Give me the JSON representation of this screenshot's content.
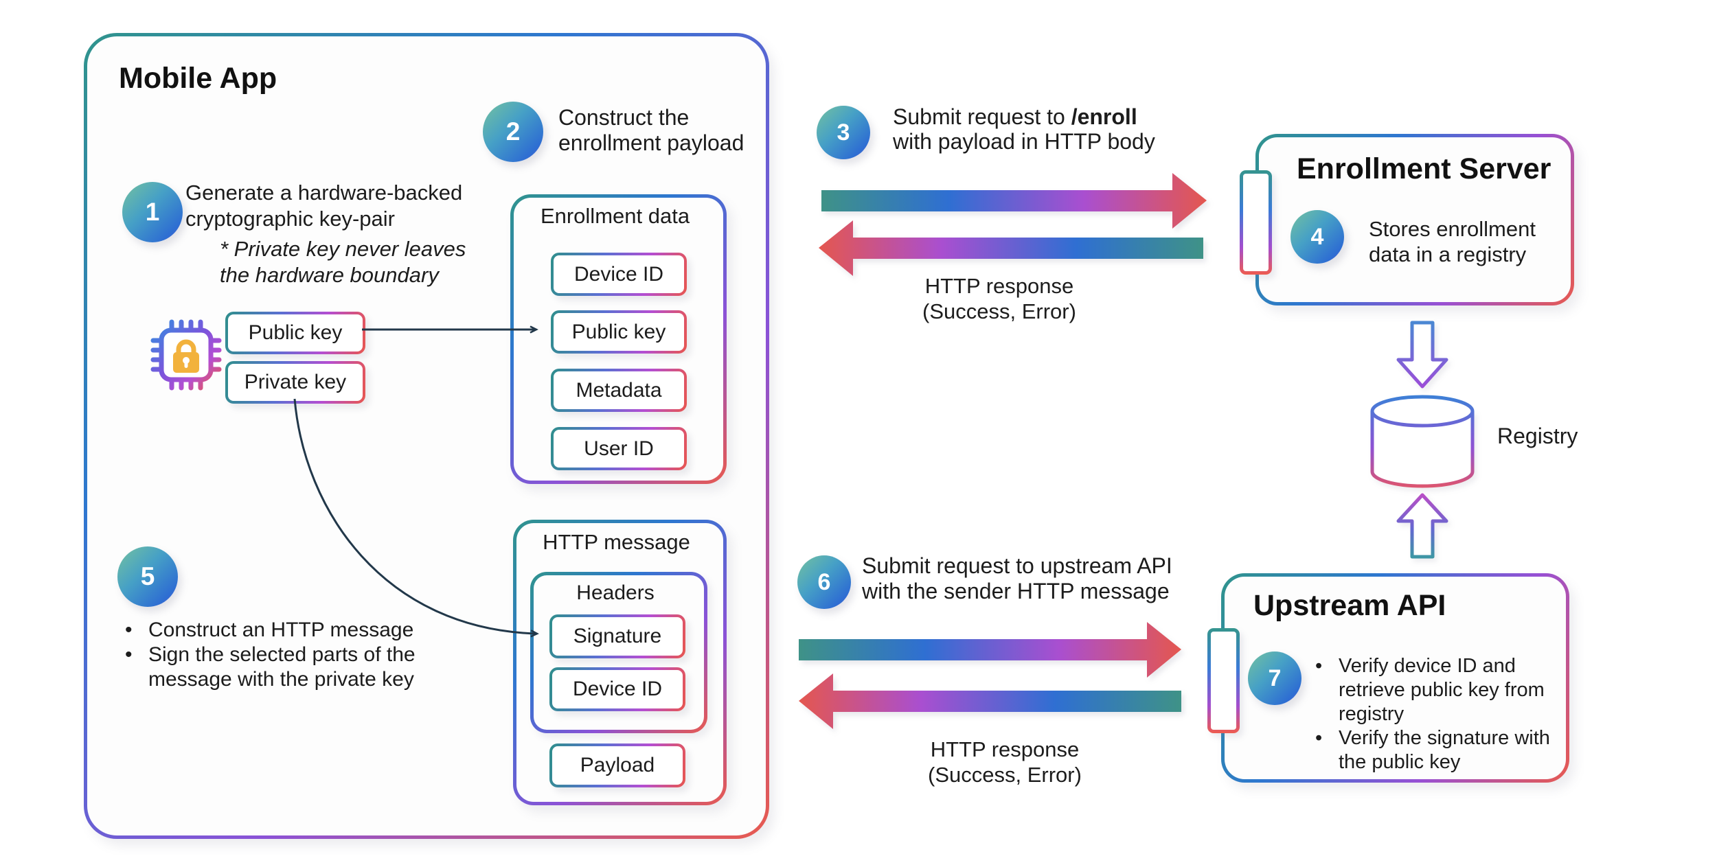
{
  "mobile_app": {
    "title": "Mobile App",
    "step1": {
      "number": "1",
      "text": "Generate a hardware-backed\ncryptographic key-pair",
      "note": "* Private key never leaves\nthe hardware boundary"
    },
    "step2": {
      "number": "2",
      "text": "Construct the\nenrollment payload"
    },
    "step5": {
      "number": "5",
      "bullets": [
        "Construct an HTTP message",
        "Sign the selected parts of the message with the private key"
      ]
    },
    "public_key_label": "Public key",
    "private_key_label": "Private key",
    "enrollment_data": {
      "title": "Enrollment data",
      "items": [
        "Device ID",
        "Public key",
        "Metadata",
        "User ID"
      ]
    },
    "http_message": {
      "title": "HTTP message",
      "headers_title": "Headers",
      "header_items": [
        "Signature",
        "Device ID"
      ],
      "payload_label": "Payload"
    }
  },
  "flow_enroll": {
    "step3": {
      "number": "3",
      "pre": "Submit request to ",
      "endpoint": "/enroll",
      "line2": "with payload in HTTP body"
    },
    "response": "HTTP response\n(Success, Error)"
  },
  "flow_upstream": {
    "step6": {
      "number": "6",
      "text": "Submit request to upstream API\nwith the sender HTTP message"
    },
    "response": "HTTP response\n(Success, Error)"
  },
  "enrollment_server": {
    "title": "Enrollment Server",
    "step4": {
      "number": "4",
      "text": "Stores enrollment\ndata in a registry"
    }
  },
  "registry": {
    "label": "Registry"
  },
  "upstream_api": {
    "title": "Upstream API",
    "step7": {
      "number": "7",
      "bullets": [
        "Verify device ID and retrieve public key from registry",
        "Verify the signature with the public key"
      ]
    }
  },
  "colors": {
    "teal": "#33948d",
    "blue": "#2f76d1",
    "purple": "#9850d4",
    "red": "#e8584e",
    "lock_gold": "#f2b23d",
    "connector_line": "#22384a"
  }
}
